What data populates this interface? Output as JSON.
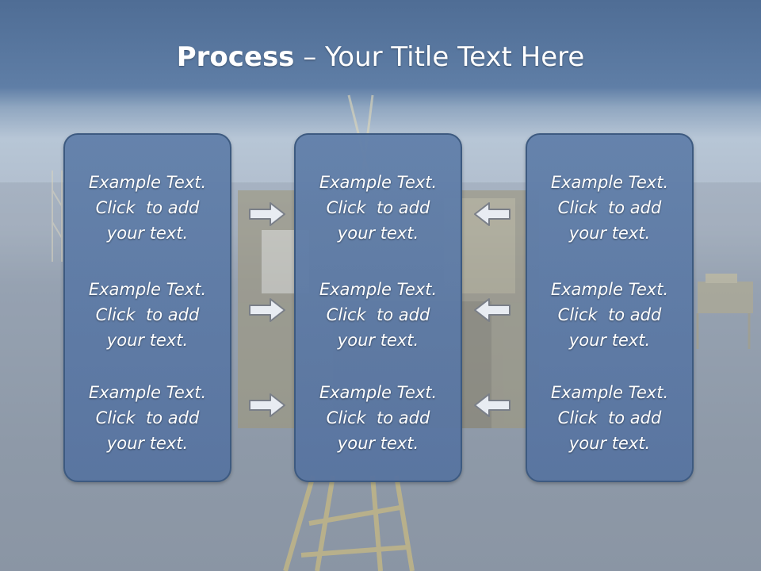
{
  "slide": {
    "title_bold": "Process",
    "title_rest": " – Your Title Text Here",
    "panels": [
      {
        "blocks": [
          [
            "Example Text.",
            "Click  to add",
            "your text."
          ],
          [
            "Example Text.",
            "Click  to add",
            "your text."
          ],
          [
            "Example Text.",
            "Click  to add",
            "your text."
          ]
        ]
      },
      {
        "blocks": [
          [
            "Example Text.",
            "Click  to add",
            "your text."
          ],
          [
            "Example Text.",
            "Click  to add",
            "your text."
          ],
          [
            "Example Text.",
            "Click  to add",
            "your text."
          ]
        ]
      },
      {
        "blocks": [
          [
            "Example Text.",
            "Click  to add",
            "your text."
          ],
          [
            "Example Text.",
            "Click  to add",
            "your text."
          ],
          [
            "Example Text.",
            "Click  to add",
            "your text."
          ]
        ]
      }
    ],
    "arrows_left": [
      "arrow-right-icon",
      "arrow-right-icon",
      "arrow-right-icon"
    ],
    "arrows_right": [
      "arrow-left-icon",
      "arrow-left-icon",
      "arrow-left-icon"
    ]
  },
  "colors": {
    "header": "#4f6d95",
    "panel_fill": "#6280aa",
    "panel_border": "#3d5a80",
    "arrow_fill": "#e8ecf2",
    "arrow_stroke": "#7a7f88"
  }
}
